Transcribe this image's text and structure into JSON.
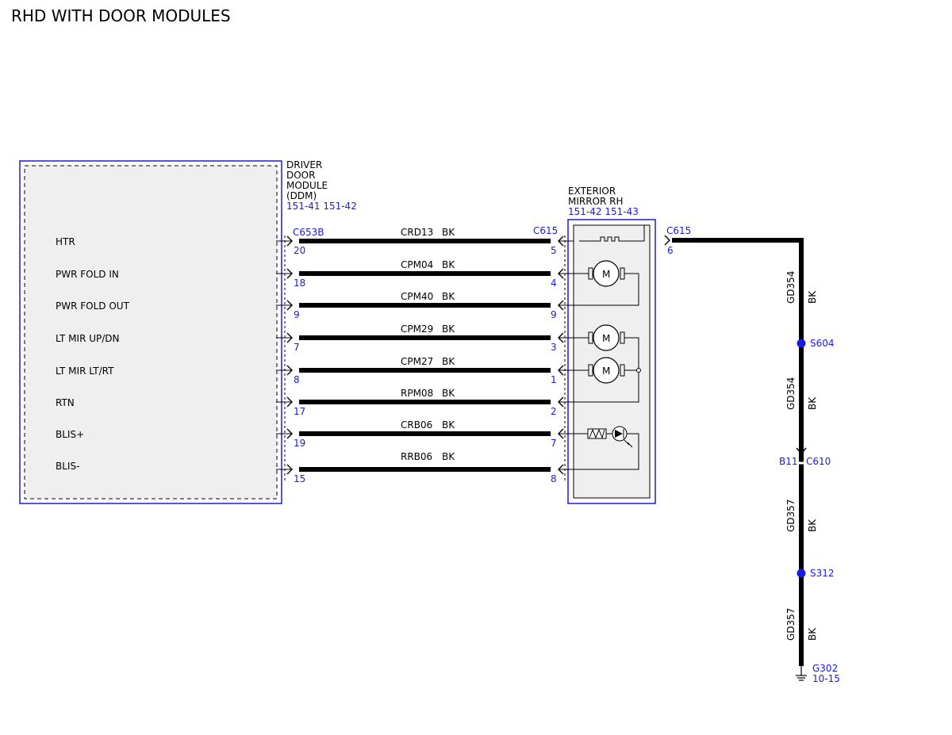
{
  "title": "RHD WITH DOOR MODULES",
  "ddm": {
    "name_lines": [
      "DRIVER",
      "DOOR",
      "MODULE",
      "(DDM)"
    ],
    "refs": "151-41  151-42",
    "connector": "C653B"
  },
  "mirror": {
    "name_lines": [
      "EXTERIOR",
      "MIRROR RH"
    ],
    "refs": "151-42  151-43",
    "connector": "C615",
    "motor_label": "M"
  },
  "circuits": [
    {
      "label": "HTR",
      "ddm_pin": "20",
      "circuit": "CRD13",
      "color": "BK",
      "mirror_pin": "5"
    },
    {
      "label": "PWR FOLD IN",
      "ddm_pin": "18",
      "circuit": "CPM04",
      "color": "BK",
      "mirror_pin": "4"
    },
    {
      "label": "PWR FOLD OUT",
      "ddm_pin": "9",
      "circuit": "CPM40",
      "color": "BK",
      "mirror_pin": "9"
    },
    {
      "label": "LT MIR UP/DN",
      "ddm_pin": "7",
      "circuit": "CPM29",
      "color": "BK",
      "mirror_pin": "3"
    },
    {
      "label": "LT MIR LT/RT",
      "ddm_pin": "8",
      "circuit": "CPM27",
      "color": "BK",
      "mirror_pin": "1"
    },
    {
      "label": "RTN",
      "ddm_pin": "17",
      "circuit": "RPM08",
      "color": "BK",
      "mirror_pin": "2"
    },
    {
      "label": "BLIS+",
      "ddm_pin": "19",
      "circuit": "CRB06",
      "color": "BK",
      "mirror_pin": "7"
    },
    {
      "label": "BLIS-",
      "ddm_pin": "15",
      "circuit": "RRB06",
      "color": "BK",
      "mirror_pin": "8"
    }
  ],
  "ground_path": {
    "out_connector": "C615",
    "out_pin": "6",
    "wire1": {
      "circuit": "GD354",
      "color": "BK"
    },
    "splice1": "S604",
    "wire2": {
      "circuit": "GD354",
      "color": "BK"
    },
    "inline_pin": "B11",
    "inline_connector": "C610",
    "wire3": {
      "circuit": "GD357",
      "color": "BK"
    },
    "splice2": "S312",
    "wire4": {
      "circuit": "GD357",
      "color": "BK"
    },
    "ground": "G302",
    "ground_ref": "10-15"
  }
}
